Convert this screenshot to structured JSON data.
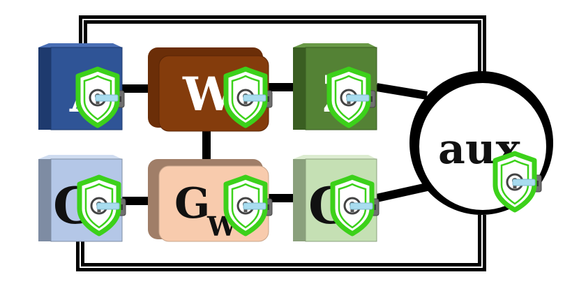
{
  "nodes": {
    "a": {
      "label": "A",
      "front": "#2f5496",
      "top": "#4a6fb5",
      "side": "#1e3a6e"
    },
    "w": {
      "label": "W",
      "front": "#843c0c",
      "back": "#6b2e08"
    },
    "z": {
      "label": "Z",
      "front": "#548235",
      "top": "#6a9a47",
      "side": "#3a5e22"
    },
    "ga": {
      "label": "G",
      "front": "#b4c7e7",
      "top": "#cfdcf0",
      "side": "#7e8ca3"
    },
    "gw": {
      "label": "G",
      "sub": "W",
      "front": "#f8cbad",
      "back": "#a07e68"
    },
    "gz": {
      "label": "G",
      "front": "#c5e0b4",
      "top": "#dcecd0",
      "side": "#8aa07c"
    },
    "aux": {
      "label": "aux"
    }
  },
  "colors": {
    "shield": "#3cd11a",
    "key_blade": "#a8dcef",
    "key_head": "#6f6f6f",
    "wire": "#000000"
  },
  "icons": {
    "lock": "shield-keyhole-icon",
    "key": "key-icon"
  }
}
